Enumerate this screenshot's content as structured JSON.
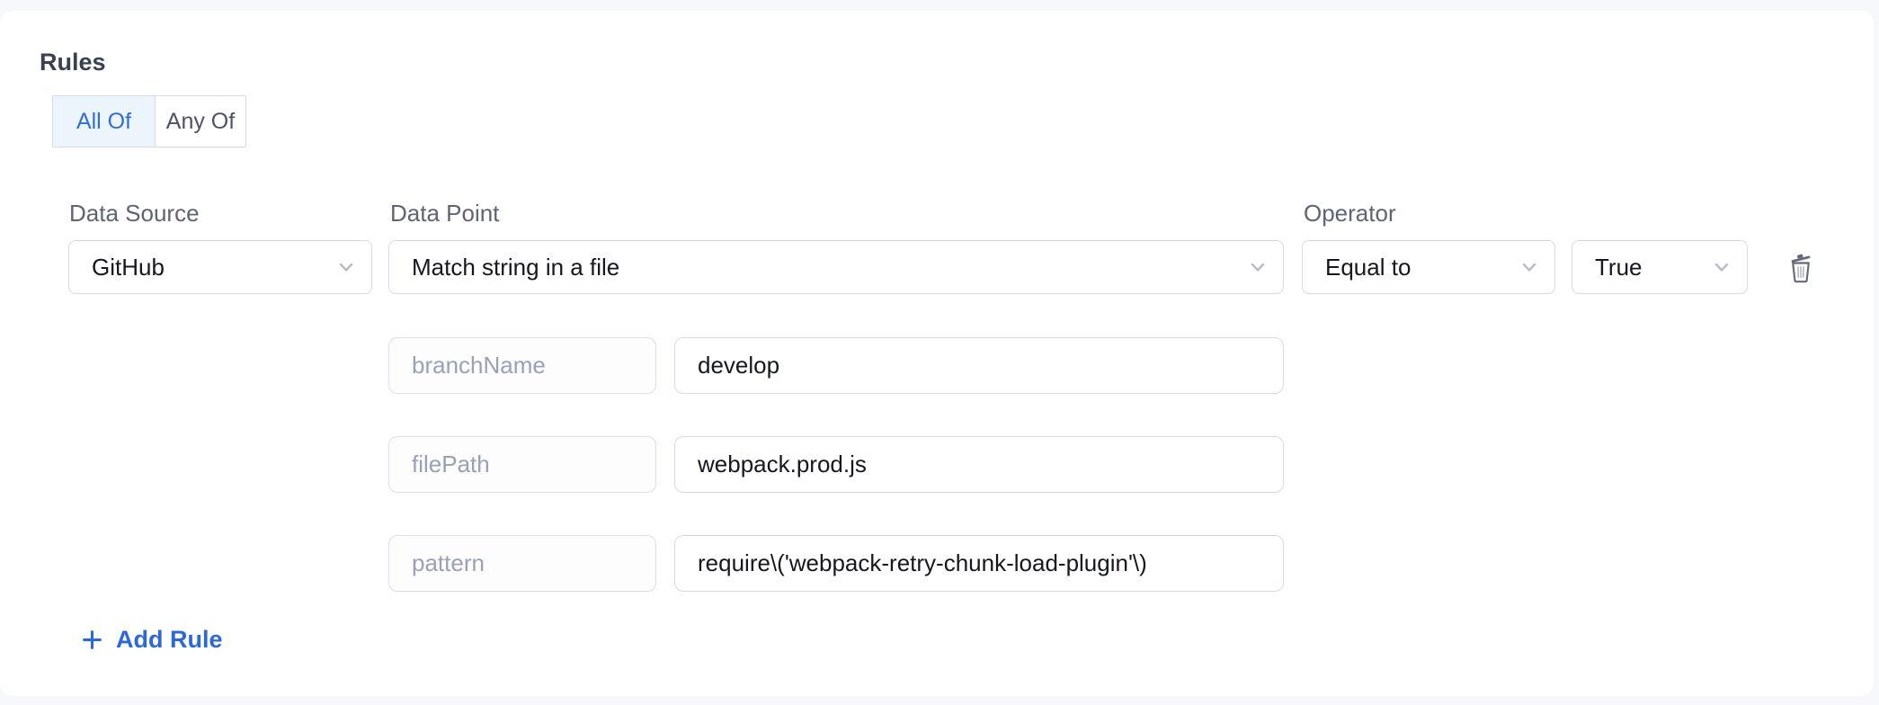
{
  "rules": {
    "title": "Rules",
    "match_mode": {
      "options": [
        {
          "label": "All Of",
          "active": true
        },
        {
          "label": "Any Of",
          "active": false
        }
      ]
    },
    "rule": {
      "data_source": {
        "label": "Data Source",
        "value": "GitHub"
      },
      "data_point": {
        "label": "Data Point",
        "value": "Match string in a file"
      },
      "operator": {
        "label": "Operator",
        "value": "Equal to"
      },
      "operator_value": {
        "value": "True"
      },
      "params": [
        {
          "name": "branchName",
          "value": "develop"
        },
        {
          "name": "filePath",
          "value": "webpack.prod.js"
        },
        {
          "name": "pattern",
          "value": "require\\('webpack-retry-chunk-load-plugin'\\)"
        }
      ]
    },
    "add_rule_label": "Add Rule"
  },
  "icons": {
    "chevron_down": "chevron-down",
    "trash": "trash",
    "plus": "plus"
  },
  "colors": {
    "page_background": "#f7f8fb",
    "card_background": "#ffffff",
    "accent_blue": "#2f6ed9",
    "active_segment_background": "#ecf5fb",
    "border": "#d8dae5",
    "label_gray": "#5f6475",
    "placeholder_gray": "#9aa0b5",
    "icon_gray": "#646a7c"
  }
}
